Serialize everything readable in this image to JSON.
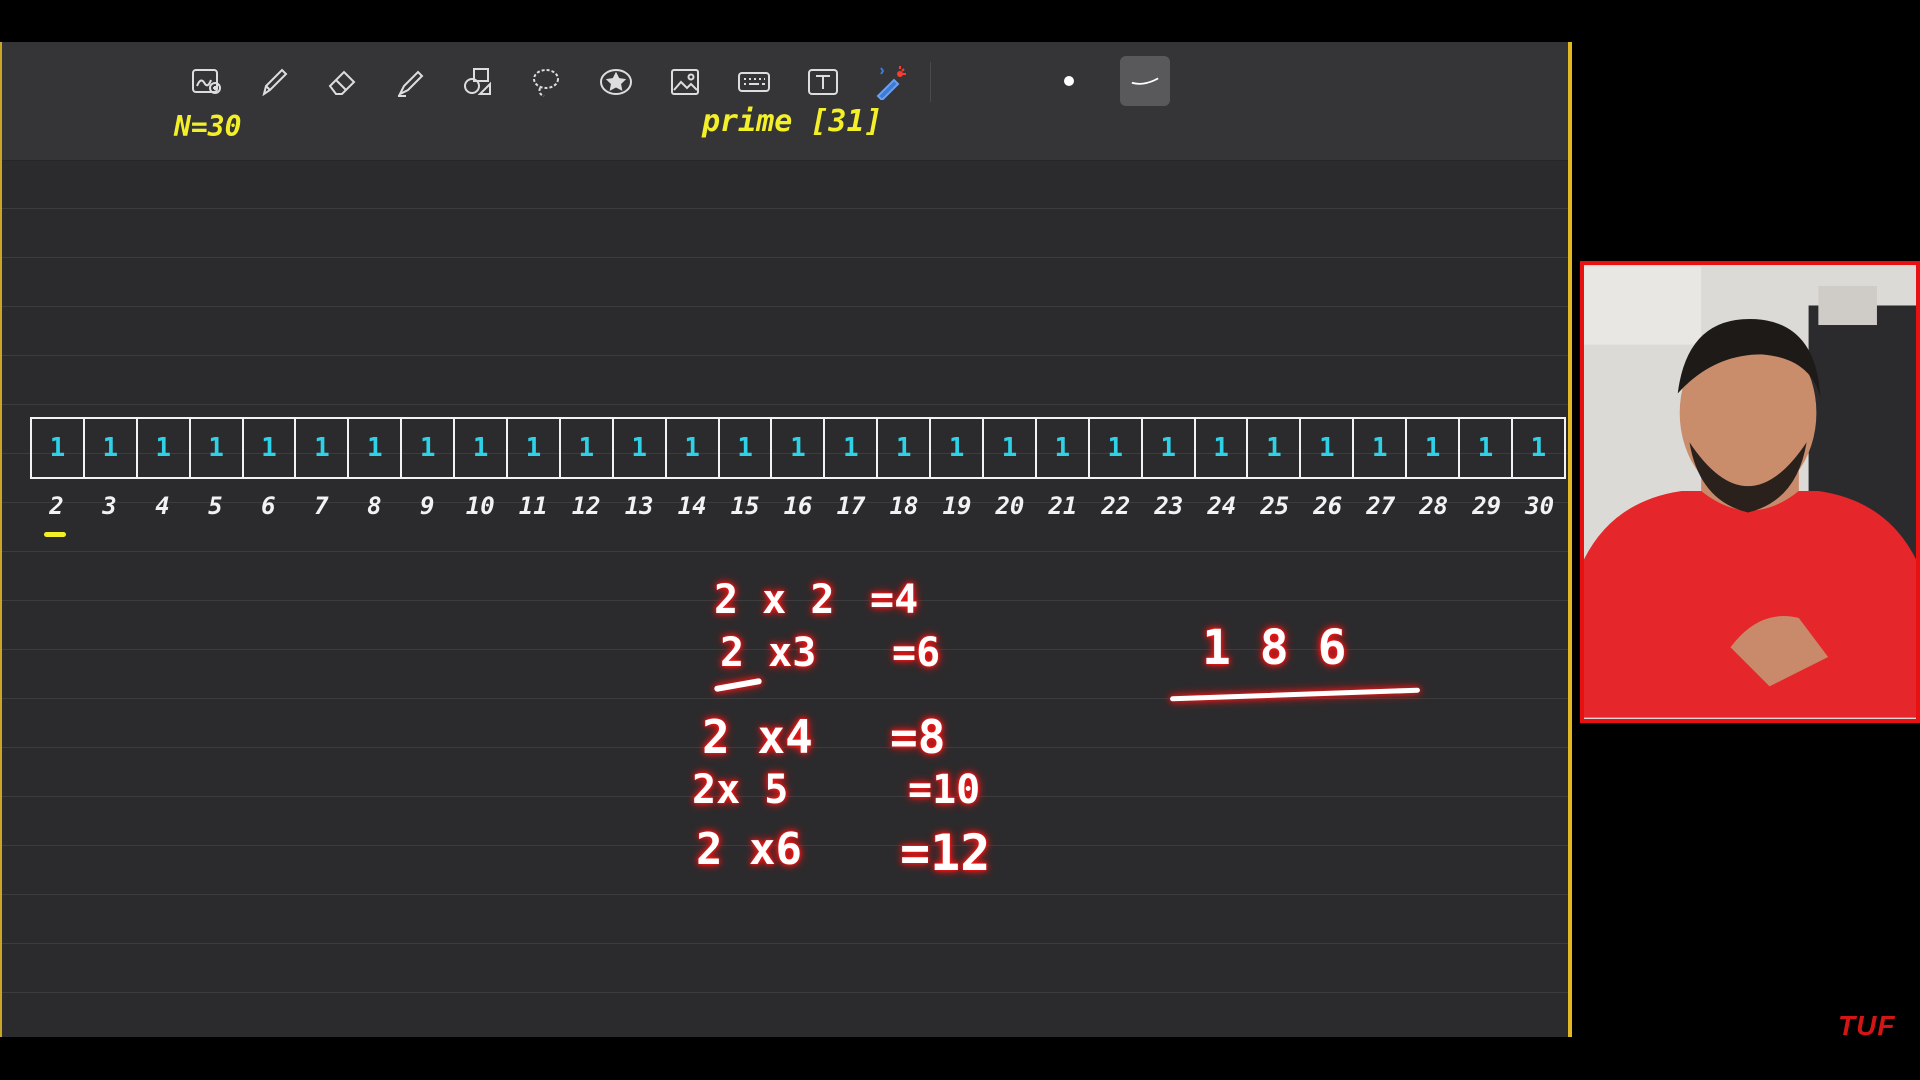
{
  "toolbar": {
    "tools": [
      {
        "icon": "zoom-write-icon",
        "label": "Zoom writing"
      },
      {
        "icon": "pen-icon",
        "label": "Pen"
      },
      {
        "icon": "eraser-icon",
        "label": "Eraser"
      },
      {
        "icon": "highlighter-icon",
        "label": "Highlighter"
      },
      {
        "icon": "shapes-icon",
        "label": "Shapes"
      },
      {
        "icon": "lasso-icon",
        "label": "Lasso"
      },
      {
        "icon": "sticker-icon",
        "label": "Sticker"
      },
      {
        "icon": "image-icon",
        "label": "Image"
      },
      {
        "icon": "keyboard-icon",
        "label": "Keyboard"
      },
      {
        "icon": "text-icon",
        "label": "Text"
      },
      {
        "icon": "laser-pointer-icon",
        "label": "Laser pointer"
      }
    ],
    "active_color": "#ffffff"
  },
  "notes": {
    "n_label": "N=30",
    "prime_label": "prime [31]"
  },
  "array": {
    "cell_value": "1",
    "cells": [
      "1",
      "1",
      "1",
      "1",
      "1",
      "1",
      "1",
      "1",
      "1",
      "1",
      "1",
      "1",
      "1",
      "1",
      "1",
      "1",
      "1",
      "1",
      "1",
      "1",
      "1",
      "1",
      "1",
      "1",
      "1",
      "1",
      "1",
      "1",
      "1"
    ],
    "indices": [
      "2",
      "3",
      "4",
      "5",
      "6",
      "7",
      "8",
      "9",
      "10",
      "11",
      "12",
      "13",
      "14",
      "15",
      "16",
      "17",
      "18",
      "19",
      "20",
      "21",
      "22",
      "23",
      "24",
      "25",
      "26",
      "27",
      "28",
      "29",
      "30"
    ]
  },
  "multiplications": [
    {
      "expr": "2 x 2",
      "result": "=4"
    },
    {
      "expr": "2 x3",
      "result": "=6"
    },
    {
      "expr": "2 x4",
      "result": "=8"
    },
    {
      "expr": "2x 5",
      "result": "=10"
    },
    {
      "expr": "2 x6",
      "result": "=12"
    }
  ],
  "side_note": "1 8 6",
  "watermark": "TUF",
  "colors": {
    "canvas": "#2b2b2d",
    "frame": "#e2b925",
    "yellow_ink": "#f3f02a",
    "cyan_ink": "#2fd1e6",
    "red_glow": "#ff1414",
    "webcam_border": "#e81010"
  }
}
